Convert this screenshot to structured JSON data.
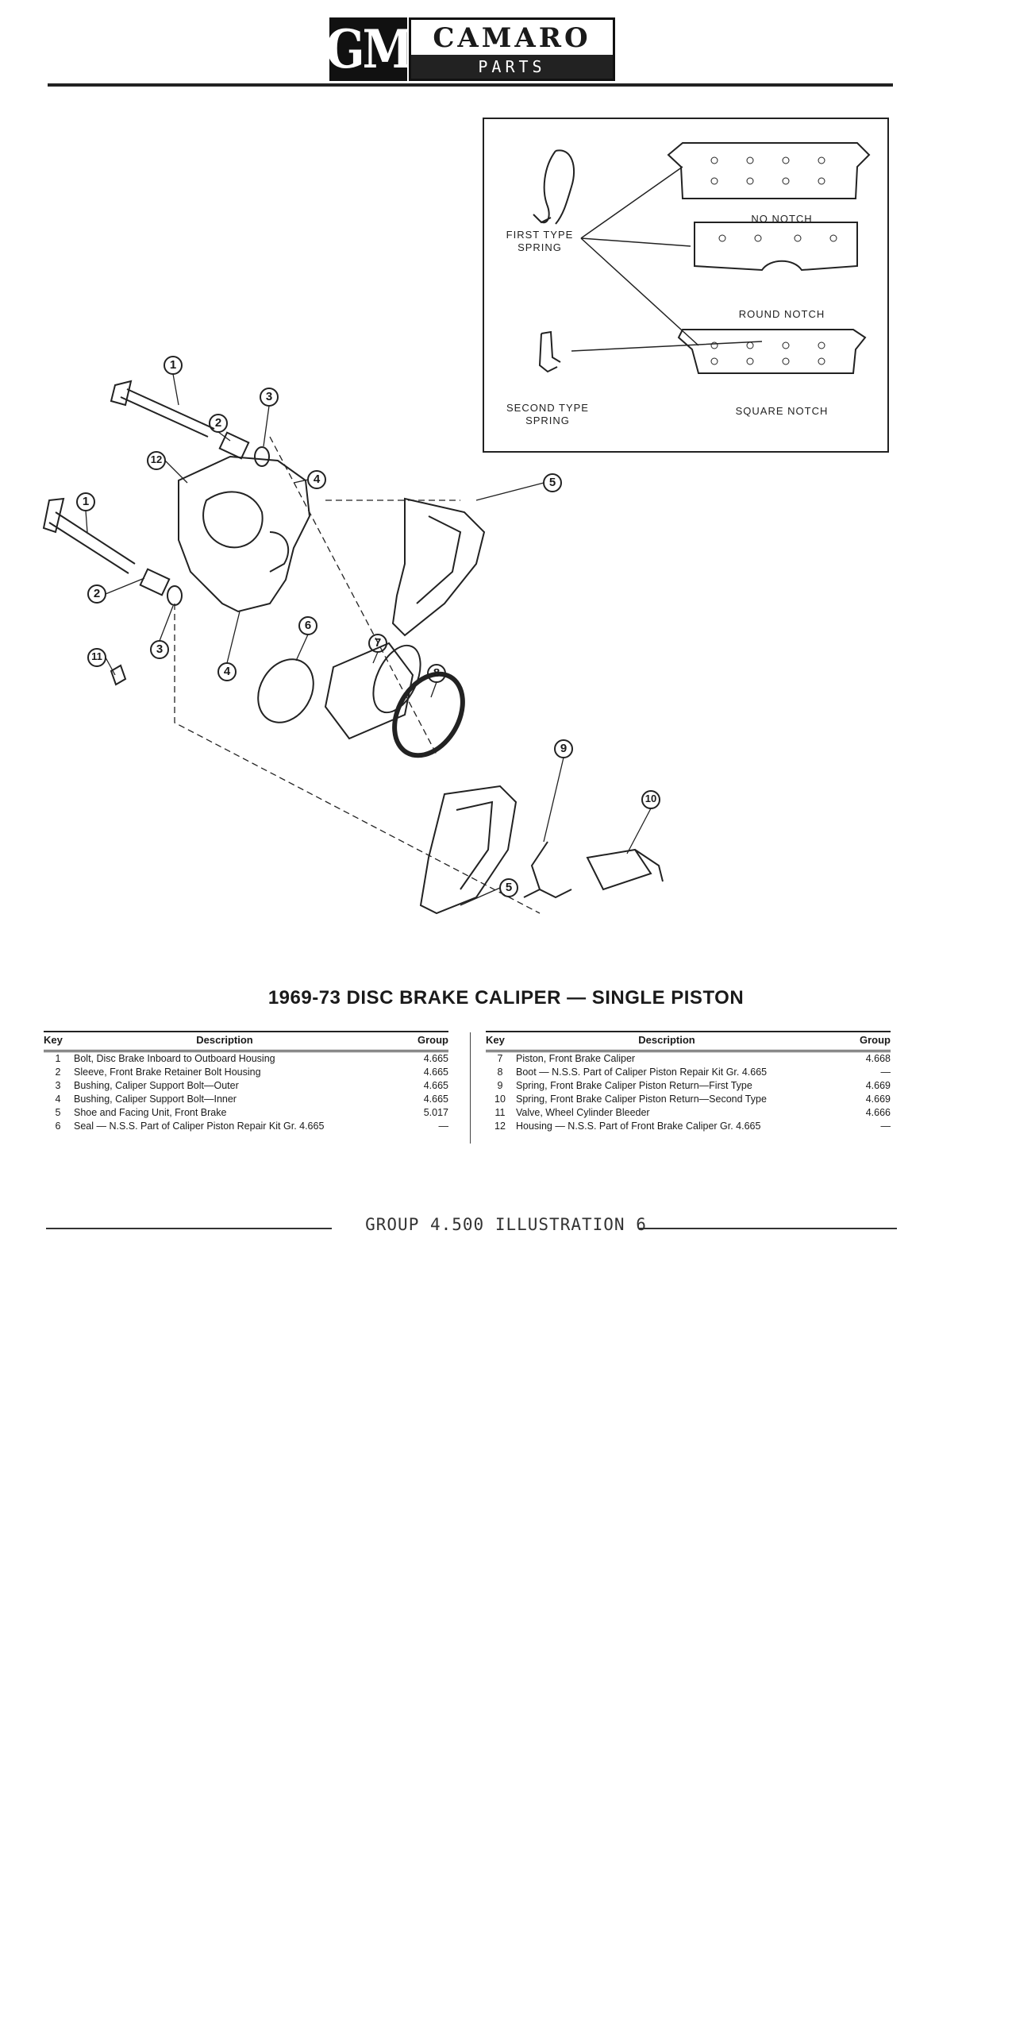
{
  "header": {
    "logo_text": "GM",
    "title": "CAMARO",
    "subtitle": "PARTS CATALOGUE"
  },
  "inset": {
    "first_spring_label": "FIRST TYPE\nSPRING",
    "second_spring_label": "SECOND TYPE\nSPRING",
    "pad_labels": [
      "NO NOTCH",
      "ROUND NOTCH",
      "SQUARE NOTCH"
    ]
  },
  "diagram": {
    "callouts": [
      "1",
      "2",
      "3",
      "4",
      "1",
      "2",
      "3",
      "4",
      "5",
      "6",
      "7",
      "8",
      "9",
      "10",
      "5",
      "11",
      "12"
    ]
  },
  "caption": "1969-73 DISC BRAKE CALIPER — SINGLE PISTON",
  "parts_table": {
    "headers": {
      "key": "Key",
      "description": "Description",
      "group": "Group"
    },
    "left": [
      {
        "key": "1",
        "description": "Bolt, Disc Brake Inboard to Outboard Housing",
        "group": "4.665"
      },
      {
        "key": "2",
        "description": "Sleeve, Front Brake Retainer Bolt Housing",
        "group": "4.665"
      },
      {
        "key": "3",
        "description": "Bushing, Caliper Support Bolt—Outer",
        "group": "4.665"
      },
      {
        "key": "4",
        "description": "Bushing, Caliper Support Bolt—Inner",
        "group": "4.665"
      },
      {
        "key": "5",
        "description": "Shoe and Facing Unit, Front Brake",
        "group": "5.017"
      },
      {
        "key": "6",
        "description": "Seal — N.S.S. Part of Caliper Piston Repair Kit Gr. 4.665",
        "group": "—"
      }
    ],
    "right": [
      {
        "key": "7",
        "description": "Piston, Front Brake Caliper",
        "group": "4.668"
      },
      {
        "key": "8",
        "description": "Boot — N.S.S. Part of Caliper Piston Repair Kit Gr. 4.665",
        "group": "—"
      },
      {
        "key": "9",
        "description": "Spring, Front Brake Caliper Piston Return—First Type",
        "group": "4.669"
      },
      {
        "key": "10",
        "description": "Spring, Front Brake Caliper Piston Return—Second Type",
        "group": "4.669"
      },
      {
        "key": "11",
        "description": "Valve, Wheel Cylinder Bleeder",
        "group": "4.666"
      },
      {
        "key": "12",
        "description": "Housing — N.S.S. Part of Front Brake Caliper Gr. 4.665",
        "group": "—"
      }
    ]
  },
  "footer": "GROUP 4.500 ILLUSTRATION 6"
}
